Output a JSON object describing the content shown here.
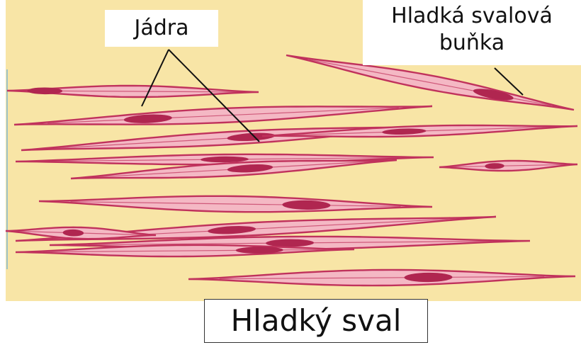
{
  "labels": {
    "nuclei": "Jádra",
    "cell_line1": "Hladká svalová",
    "cell_line2": "buňka",
    "title": "Hladký sval"
  },
  "colors": {
    "tissue_background": "#f8e5a6",
    "cell_fill": "#f4b8c4",
    "cell_stroke": "#c0325c",
    "nucleus": "#b02650",
    "pointer_line": "#111111",
    "edge_line": "#9ec3c8"
  }
}
